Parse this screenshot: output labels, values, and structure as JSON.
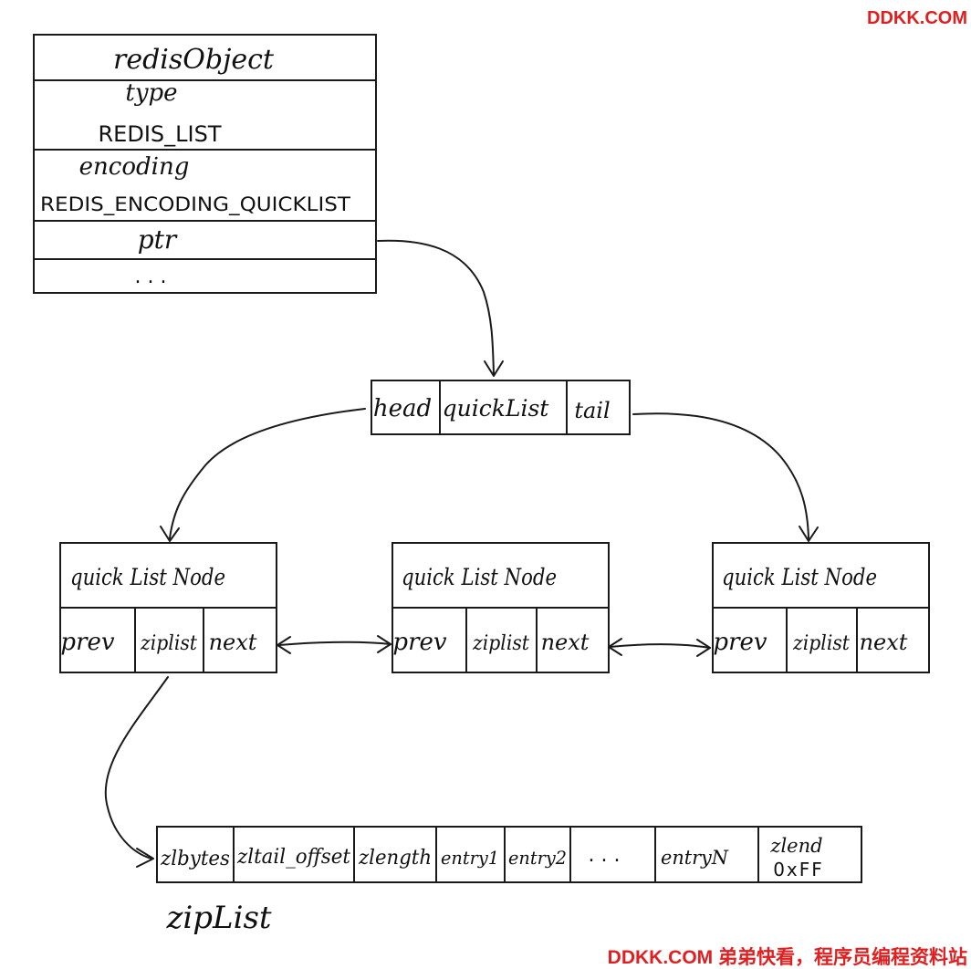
{
  "watermark_top": "DDKK.COM",
  "watermark_bottom": "DDKK.COM 弟弟快看，程序员编程资料站",
  "redis_object": {
    "title": "redisObject",
    "type_label": "type",
    "type_value": "REDIS_LIST",
    "encoding_label": "encoding",
    "encoding_value": "REDIS_ENCODING_QUICKLIST",
    "ptr_label": "ptr",
    "more_label": ". . ."
  },
  "quicklist": {
    "head": "head",
    "name": "quickList",
    "tail": "tail"
  },
  "nodes": [
    {
      "title": "quick List Node",
      "prev": "prev",
      "ziplist": "ziplist",
      "next": "next"
    },
    {
      "title": "quick List Node",
      "prev": "prev",
      "ziplist": "ziplist",
      "next": "next"
    },
    {
      "title": "quick List Node",
      "prev": "prev",
      "ziplist": "ziplist",
      "next": "next"
    }
  ],
  "ziplist": {
    "caption": "zipList",
    "cells": [
      "zlbytes",
      "zltail_offset",
      "zlength",
      "entry1",
      "entry2",
      ". . .",
      "entryN"
    ],
    "zlend_label": "zlend",
    "zlend_value": "0xFF"
  }
}
